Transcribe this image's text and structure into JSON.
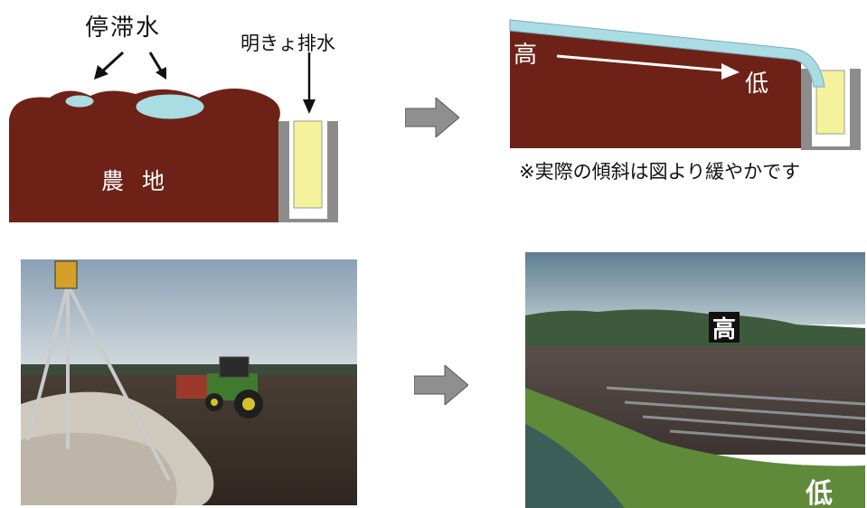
{
  "before_diagram": {
    "label_standing_water": "停滞水",
    "label_open_drain": "明きょ排水",
    "label_field": "農 地"
  },
  "after_diagram": {
    "label_high": "高",
    "label_low": "低",
    "note": "※実際の傾斜は図より緩やかです"
  },
  "photo_after": {
    "label_high": "高",
    "label_low": "低"
  },
  "colors": {
    "soil": "#6e2217",
    "water": "#a9dde3",
    "drain_fill": "#f4f29a",
    "drain_wall": "#8c8c8c",
    "arrow_gray": "#8f8f8f"
  }
}
